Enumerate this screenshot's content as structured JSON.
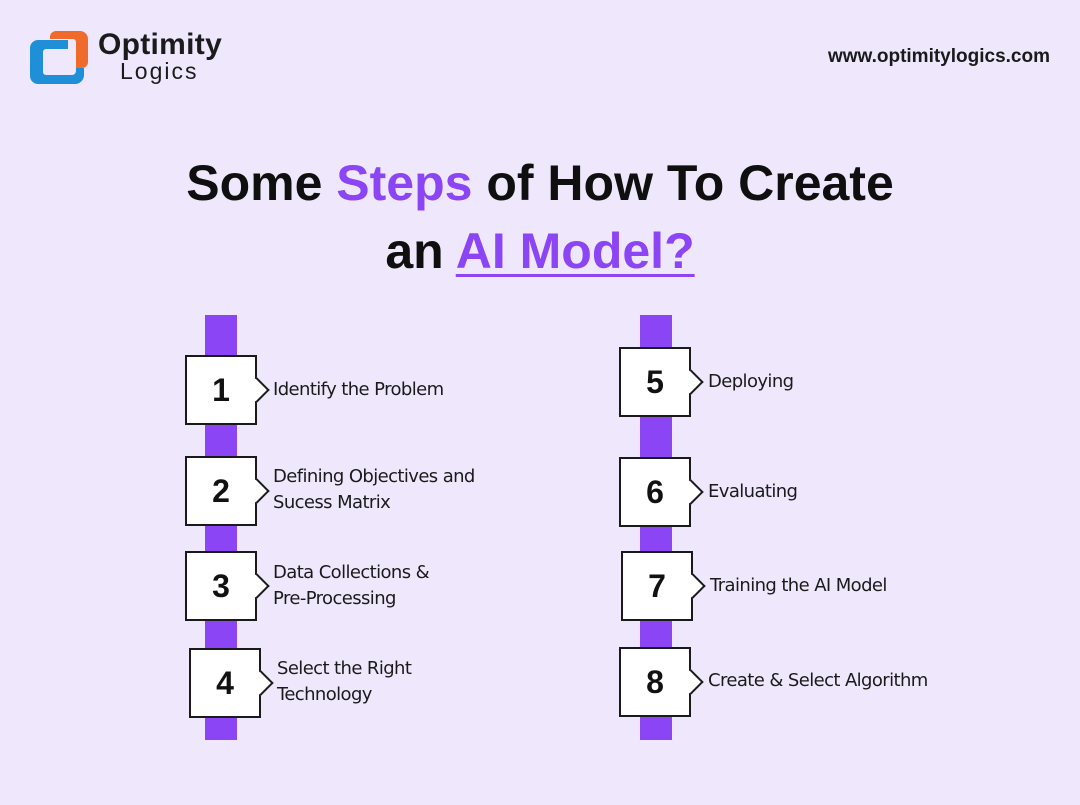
{
  "brand": {
    "name_line1": "Optimity",
    "name_line2": "Logics",
    "website": "www.optimitylogics.com",
    "colors": {
      "accent": "#8b45f4",
      "logo_orange": "#ef6a2b",
      "logo_blue": "#1f8fd8"
    }
  },
  "title": {
    "line1_pre": "Some ",
    "line1_accent": "Steps",
    "line1_post": " of How To Create",
    "line2_pre": "an ",
    "line2_accent": "AI Model?"
  },
  "steps": [
    {
      "number": "1",
      "label_lines": [
        "Identify the Problem"
      ]
    },
    {
      "number": "2",
      "label_lines": [
        "Defining Objectives and",
        "Sucess Matrix"
      ]
    },
    {
      "number": "3",
      "label_lines": [
        "Data Collections &",
        "Pre-Processing"
      ]
    },
    {
      "number": "4",
      "label_lines": [
        "Select the Right",
        "Technology"
      ]
    },
    {
      "number": "5",
      "label_lines": [
        "Deploying"
      ]
    },
    {
      "number": "6",
      "label_lines": [
        "Evaluating"
      ]
    },
    {
      "number": "7",
      "label_lines": [
        "Training the AI Model"
      ]
    },
    {
      "number": "8",
      "label_lines": [
        "Create & Select Algorithm"
      ]
    }
  ]
}
